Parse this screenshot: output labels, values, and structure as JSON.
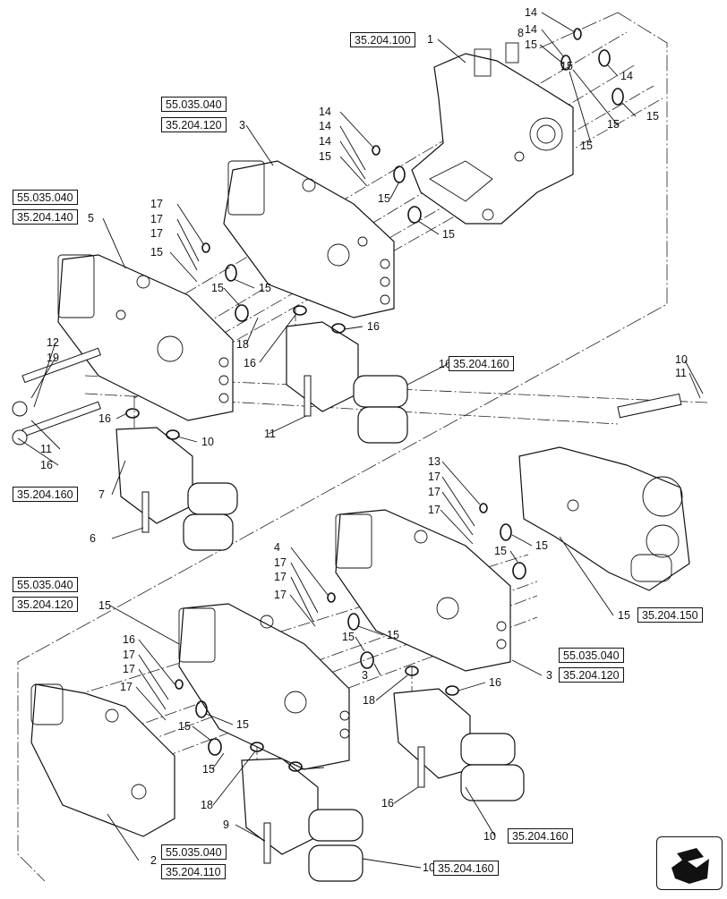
{
  "references": [
    {
      "id": "ref-a",
      "text": "35.204.100"
    },
    {
      "id": "ref-b1",
      "text": "55.035.040"
    },
    {
      "id": "ref-b2",
      "text": "35.204.120"
    },
    {
      "id": "ref-c1",
      "text": "55.035.040"
    },
    {
      "id": "ref-c2",
      "text": "35.204.140"
    },
    {
      "id": "ref-d",
      "text": "35.204.160"
    },
    {
      "id": "ref-e",
      "text": "35.204.160"
    },
    {
      "id": "ref-f1",
      "text": "55.035.040"
    },
    {
      "id": "ref-f2",
      "text": "35.204.120"
    },
    {
      "id": "ref-g",
      "text": "35.204.150"
    },
    {
      "id": "ref-h1",
      "text": "55.035.040"
    },
    {
      "id": "ref-h2",
      "text": "35.204.120"
    },
    {
      "id": "ref-i",
      "text": "35.204.160"
    },
    {
      "id": "ref-j1",
      "text": "55.035.040"
    },
    {
      "id": "ref-j2",
      "text": "35.204.110"
    },
    {
      "id": "ref-k",
      "text": "35.204.160"
    }
  ],
  "callouts": [
    "14",
    "14",
    "15",
    "15",
    "14",
    "15",
    "15",
    "15",
    "1",
    "3",
    "14",
    "14",
    "14",
    "15",
    "15",
    "15",
    "17",
    "17",
    "17",
    "15",
    "15",
    "15",
    "5",
    "18",
    "16",
    "16",
    "11",
    "12",
    "19",
    "11",
    "16",
    "16",
    "10",
    "6",
    "7",
    "16",
    "10",
    "11",
    "13",
    "17",
    "17",
    "17",
    "15",
    "15",
    "15",
    "4",
    "17",
    "17",
    "17",
    "15",
    "15",
    "15",
    "3",
    "3",
    "18",
    "16",
    "16",
    "17",
    "17",
    "17",
    "15",
    "15",
    "15",
    "18",
    "16",
    "10",
    "2",
    "9",
    "10",
    "8"
  ],
  "icons": {
    "nav": "corner-arrow-icon"
  },
  "colors": {
    "line": "#111111",
    "background": "#ffffff"
  }
}
